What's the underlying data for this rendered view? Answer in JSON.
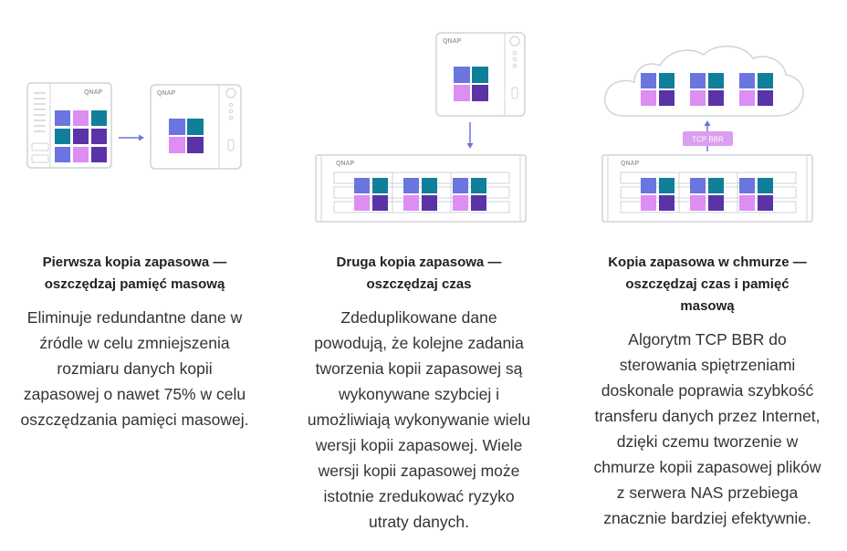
{
  "colors": {
    "blue": "#6a75e0",
    "pink": "#dc8ef3",
    "teal": "#107f9a",
    "purple": "#5a33a7",
    "arrow": "#6a75e0",
    "badge": "#dc9ef0",
    "outline": "#cfd3d8"
  },
  "brand": "QNAP",
  "columns": [
    {
      "title": "Pierwsza kopia zapasowa —\noszczędzaj pamięć masową",
      "description": "Eliminuje redundantne dane w\nźródle w celu zmniejszenia\nrozmiaru danych kopii\nzapasowej o nawet 75% w celu\noszczędzania pamięci masowej."
    },
    {
      "title": "Druga kopia zapasowa —\noszczędzaj czas",
      "description": "Zdeduplikowane dane\npowodują, że kolejne zadania\ntworzenia kopii zapasowej są\nwykonywane szybciej i\numożliwiają wykonywanie wielu\nwersji kopii zapasowej. Wiele\nwersji kopii zapasowej może\nistotnie zredukować ryzyko\nutraty danych."
    },
    {
      "title": "Kopia zapasowa w chmurze —\noszczędzaj czas i pamięć\nmasową",
      "description": "Algorytm TCP BBR do\nsterowania spiętrzeniami\ndoskonale poprawia szybkość\ntransferu danych przez Internet,\ndzięki czemu tworzenie w\nchmurze kopii zapasowej plików\nz serwera NAS przebiega\nznacznie bardziej efektywnie."
    }
  ],
  "badge_label": "TCP BBR"
}
